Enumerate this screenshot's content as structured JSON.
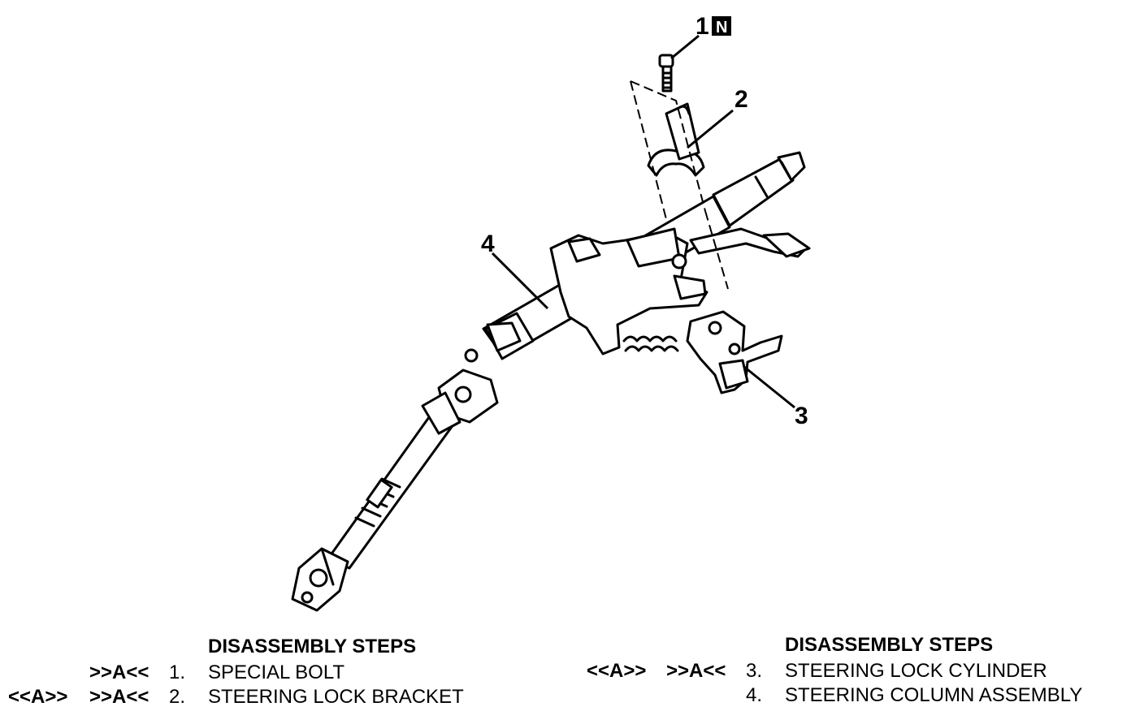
{
  "callouts": {
    "c1": "1",
    "c1_badge": "N",
    "c2": "2",
    "c3": "3",
    "c4": "4"
  },
  "legend_left": {
    "heading": "DISASSEMBLY STEPS",
    "rows": [
      {
        "ref1": "",
        "ref2": ">>A<<",
        "num": "1.",
        "label": "SPECIAL BOLT"
      },
      {
        "ref1": "<<A>>",
        "ref2": ">>A<<",
        "num": "2.",
        "label": "STEERING LOCK BRACKET"
      }
    ]
  },
  "legend_right": {
    "heading": "DISASSEMBLY STEPS",
    "rows": [
      {
        "ref1": "<<A>>",
        "ref2": ">>A<<",
        "num": "3.",
        "label": "STEERING LOCK CYLINDER"
      },
      {
        "ref1": "",
        "ref2": "",
        "num": "4.",
        "label": "STEERING COLUMN ASSEMBLY"
      }
    ]
  }
}
